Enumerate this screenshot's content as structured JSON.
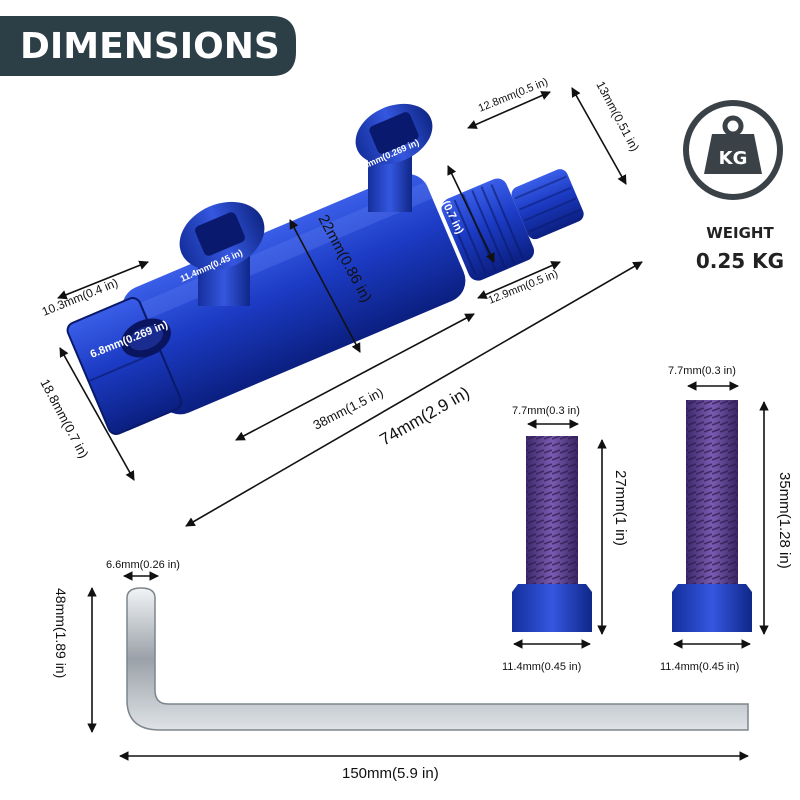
{
  "banner": {
    "title": "DIMENSIONS"
  },
  "weight": {
    "icon": "kg-weight-icon",
    "icon_text": "KG",
    "label": "WEIGHT",
    "value": "0.25 KG"
  },
  "dimensions": {
    "body_length": "74mm(2.9 in)",
    "body_mid_length": "38mm(1.5 in)",
    "body_diameter": "22mm(0.86 in)",
    "left_hex_height": "18.8mm(0.7 in)",
    "left_end_width": "10.3mm(0.4 in)",
    "left_hole": "6.8mm(0.269 in)",
    "front_bolt_head": "11.4mm(0.45 in)",
    "top_bolt_hole": "6.8mm(0.269 in)",
    "knurl_height": "18.8mm(0.7 in)",
    "right_shaft_length": "12.8mm(0.5 in)",
    "right_shaft_diameter": "13mm(0.51 in)",
    "knurl_length": "12.9mm(0.5 in)",
    "short_bolt_thread": "7.7mm(0.3 in)",
    "short_bolt_length": "27mm(1 in)",
    "short_bolt_head": "11.4mm(0.45 in)",
    "long_bolt_thread": "7.7mm(0.3 in)",
    "long_bolt_length": "35mm(1.28 in)",
    "long_bolt_head": "11.4mm(0.45 in)",
    "wrench_thickness": "6.6mm(0.26 in)",
    "wrench_short_leg": "48mm(1.89 in)",
    "wrench_long_leg": "150mm(5.9 in)"
  },
  "colors": {
    "banner": "#2c3e46",
    "anodized_blue": "#1f3fbf",
    "bolt_thread_purple": "#5a3c8a",
    "wrench_steel": "#c9ced3"
  }
}
